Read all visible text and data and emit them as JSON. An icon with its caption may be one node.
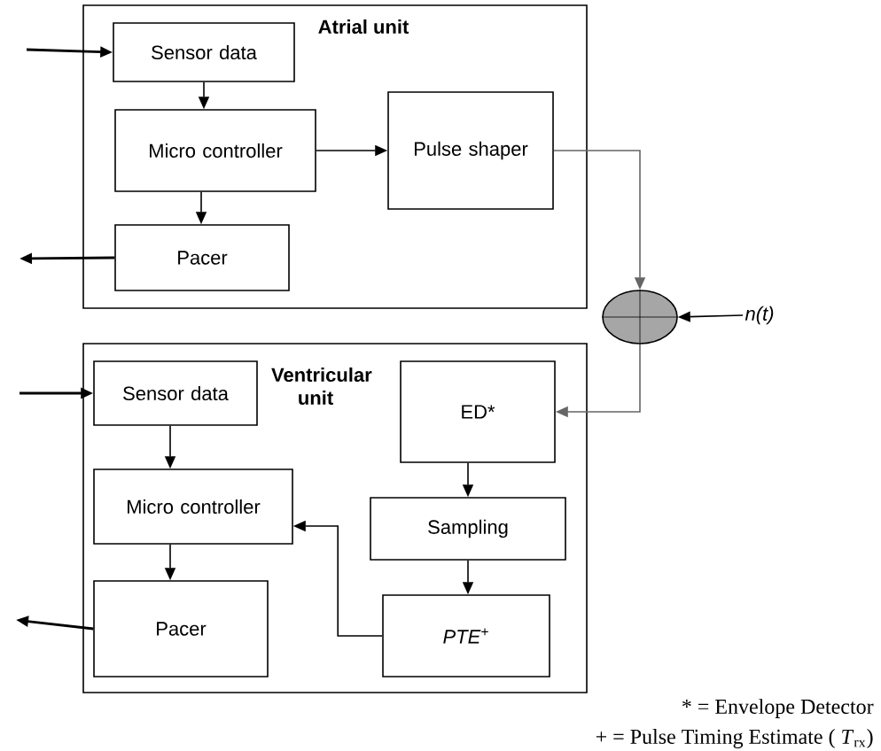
{
  "diagram": {
    "nodes": [
      {
        "text": [
          "Atrial unit"
        ]
      },
      {
        "text": [
          "Sensor data"
        ],
        "in": 0
      },
      {
        "text": [
          "Micro controller"
        ],
        "in": 0
      },
      {
        "text": [
          "Pulse shaper"
        ],
        "in": 0
      },
      {
        "text": [
          "Pacer"
        ],
        "in": 0
      },
      {
        "text": [],
        "shape": "circle"
      },
      {
        "text": [
          "Ventricular unit"
        ]
      },
      {
        "text": [
          "Sensor data"
        ],
        "in": 6
      },
      {
        "text": [
          "Micro controller"
        ],
        "in": 6
      },
      {
        "text": [
          "Pacer"
        ],
        "in": 6
      },
      {
        "text": [
          "ED*"
        ],
        "in": 6
      },
      {
        "text": [
          "Sampling"
        ],
        "in": 6
      },
      {
        "text": [
          "*PTE*$^{+}$"
        ],
        "in": 6
      },
      {
        "text": [
          "*n(t)*"
        ]
      }
    ],
    "edges": [
      {
        "from": null,
        "to": 1,
        "arrow": "to"
      },
      {
        "from": 1,
        "to": 2,
        "arrow": "to"
      },
      {
        "from": 2,
        "to": 3,
        "arrow": "to"
      },
      {
        "from": 2,
        "to": 4,
        "arrow": "to"
      },
      {
        "from": 4,
        "to": null,
        "arrow": "to"
      },
      {
        "from": 3,
        "to": 5,
        "arrow": "to",
        "color": "#666666"
      },
      {
        "from": 13,
        "to": 5,
        "arrow": "to"
      },
      {
        "from": 5,
        "to": 10,
        "arrow": "to",
        "color": "#666666"
      },
      {
        "from": null,
        "to": 7,
        "arrow": "to"
      },
      {
        "from": 7,
        "to": 8,
        "arrow": "to"
      },
      {
        "from": 8,
        "to": 9,
        "arrow": "to"
      },
      {
        "from": 9,
        "to": null,
        "arrow": "to"
      },
      {
        "from": 10,
        "to": 11,
        "arrow": "to"
      },
      {
        "from": 11,
        "to": 12,
        "arrow": "to"
      },
      {
        "from": 12,
        "to": 8,
        "arrow": "to"
      }
    ],
    "labels": [
      "* = Envelope Detector",
      "+ = Pulse Timing Estimate ( *T*$_{rx}$)"
    ]
  }
}
